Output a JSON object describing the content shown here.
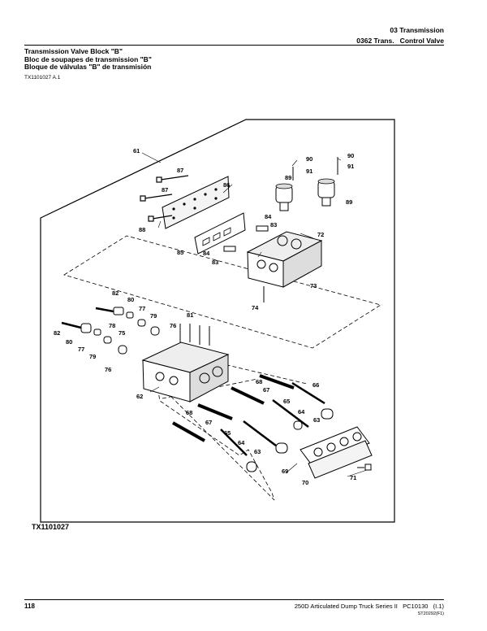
{
  "header": {
    "section": "03 Transmission",
    "subsection": "0362 Trans.   Control Valve"
  },
  "titles": [
    "Transmission Valve Block \"B\"",
    "Bloc de soupapes de transmission \"B\"",
    "Bloque de válvulas \"B\" de transmisión"
  ],
  "figure_ref": "TX1101027 A.1",
  "figure_id": "TX1101027",
  "callouts": {
    "c61": "61",
    "c62": "62",
    "c63a": "63",
    "c63b": "63",
    "c64a": "64",
    "c64b": "64",
    "c65a": "65",
    "c65b": "65",
    "c66": "66",
    "c67a": "67",
    "c67b": "67",
    "c68a": "68",
    "c68b": "68",
    "c69": "69",
    "c70": "70",
    "c71": "71",
    "c72": "72",
    "c73": "73",
    "c74": "74",
    "c75": "75",
    "c76a": "76",
    "c76b": "76",
    "c77a": "77",
    "c77b": "77",
    "c78": "78",
    "c79a": "79",
    "c79b": "79",
    "c80a": "80",
    "c80b": "80",
    "c81": "81",
    "c82a": "82",
    "c82b": "82",
    "c83a": "83",
    "c83b": "83",
    "c84a": "84",
    "c84b": "84",
    "c85": "85",
    "c86": "86",
    "c87a": "87",
    "c87b": "87",
    "c88": "88",
    "c89a": "89",
    "c89b": "89",
    "c90a": "90",
    "c90b": "90",
    "c91a": "91",
    "c91b": "91"
  },
  "footer": {
    "page": "118",
    "manual": "250D Articulated Dump Truck Series II   PC10130   (I.1)",
    "code": "ST20292(F1)"
  }
}
